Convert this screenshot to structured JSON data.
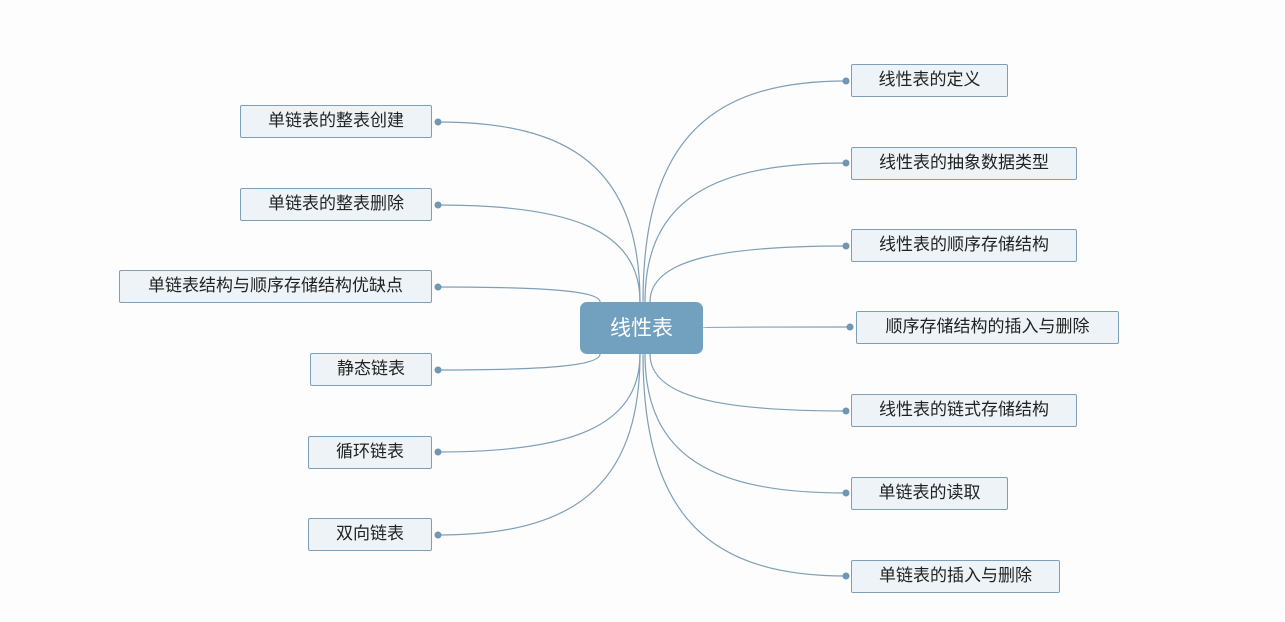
{
  "center": {
    "label": "线性表"
  },
  "colors": {
    "link": "#7e9fb7",
    "dot": "#6f96b3",
    "center_fill": "#72a0bf",
    "node_fill": "#edf3f7",
    "node_border": "#7f9fb8"
  },
  "left_nodes": [
    {
      "label": "单链表的整表创建"
    },
    {
      "label": "单链表的整表删除"
    },
    {
      "label": "单链表结构与顺序存储结构优缺点"
    },
    {
      "label": "静态链表"
    },
    {
      "label": "循环链表"
    },
    {
      "label": "双向链表"
    }
  ],
  "right_nodes": [
    {
      "label": "线性表的定义"
    },
    {
      "label": "线性表的抽象数据类型"
    },
    {
      "label": "线性表的顺序存储结构"
    },
    {
      "label": "顺序存储结构的插入与删除"
    },
    {
      "label": "线性表的链式存储结构"
    },
    {
      "label": "单链表的读取"
    },
    {
      "label": "单链表的插入与删除"
    }
  ]
}
